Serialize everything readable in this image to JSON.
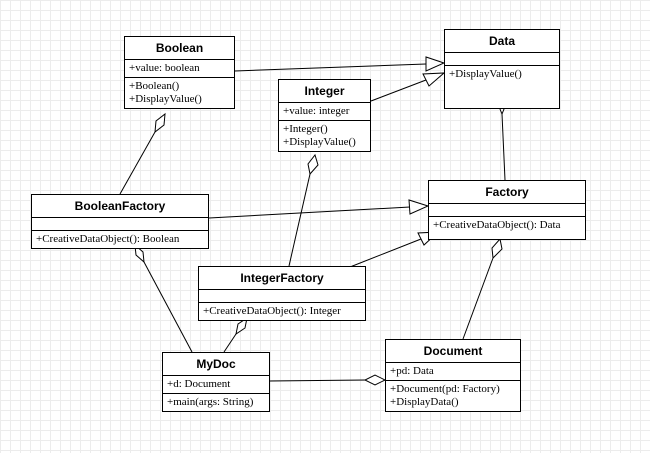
{
  "classes": {
    "boolean": {
      "name": "Boolean",
      "attributes": [
        "+value: boolean"
      ],
      "operations": [
        "+Boolean()",
        "+DisplayValue()"
      ]
    },
    "data": {
      "name": "Data",
      "attributes": [],
      "operations": [
        "+DisplayValue()"
      ]
    },
    "integer": {
      "name": "Integer",
      "attributes": [
        "+value: integer"
      ],
      "operations": [
        "+Integer()",
        "+DisplayValue()"
      ]
    },
    "boolean_factory": {
      "name": "BooleanFactory",
      "attributes": [],
      "operations": [
        "+CreativeDataObject(): Boolean"
      ]
    },
    "factory": {
      "name": "Factory",
      "attributes": [],
      "operations": [
        "+CreativeDataObject(): Data"
      ]
    },
    "integer_factory": {
      "name": "IntegerFactory",
      "attributes": [],
      "operations": [
        "+CreativeDataObject(): Integer"
      ]
    },
    "mydoc": {
      "name": "MyDoc",
      "attributes": [
        "+d: Document"
      ],
      "operations": [
        "+main(args: String)"
      ]
    },
    "document": {
      "name": "Document",
      "attributes": [
        "+pd: Data"
      ],
      "operations": [
        "+Document(pd: Factory)",
        "+DisplayData()"
      ]
    }
  },
  "relations": [
    {
      "type": "generalization",
      "from": "Boolean",
      "to": "Data"
    },
    {
      "type": "generalization",
      "from": "Integer",
      "to": "Data"
    },
    {
      "type": "generalization",
      "from": "BooleanFactory",
      "to": "Factory"
    },
    {
      "type": "generalization",
      "from": "IntegerFactory",
      "to": "Factory"
    },
    {
      "type": "aggregation",
      "whole": "Data",
      "part": "Factory"
    },
    {
      "type": "aggregation",
      "whole": "Boolean",
      "part": "BooleanFactory"
    },
    {
      "type": "aggregation",
      "whole": "Integer",
      "part": "IntegerFactory"
    },
    {
      "type": "aggregation",
      "whole": "BooleanFactory",
      "part": "MyDoc"
    },
    {
      "type": "aggregation",
      "whole": "IntegerFactory",
      "part": "MyDoc"
    },
    {
      "type": "aggregation",
      "whole": "Factory",
      "part": "Document"
    },
    {
      "type": "aggregation",
      "whole": "Document",
      "part": "MyDoc"
    }
  ]
}
